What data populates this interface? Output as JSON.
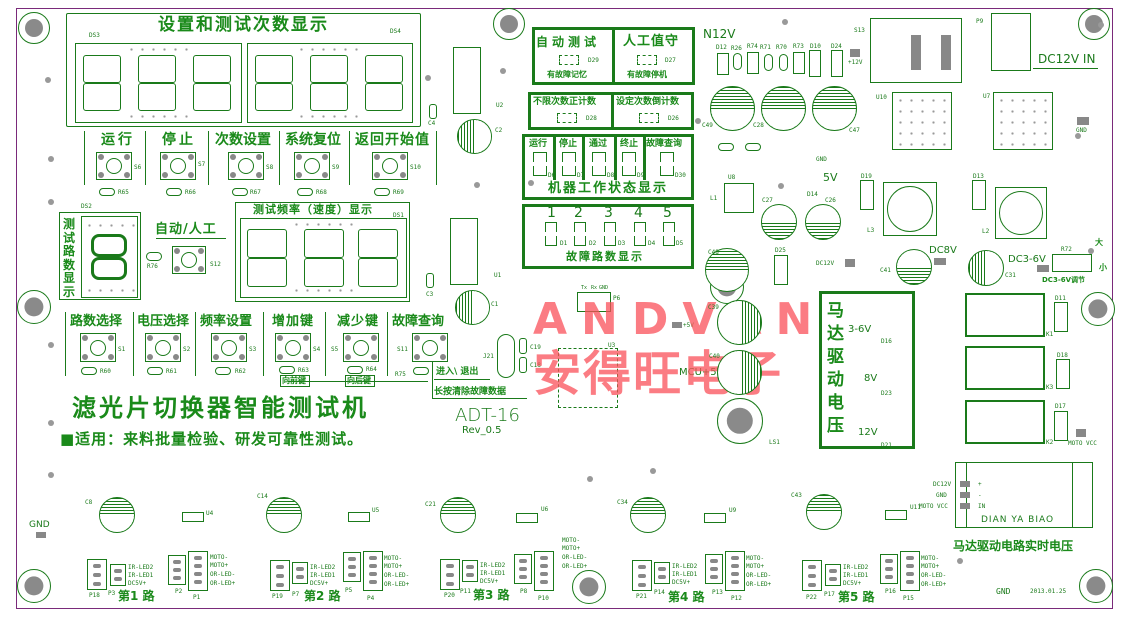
{
  "board": {
    "title": "滤光片切换器智能测试机",
    "model": "ADT-16",
    "revision": "Rev_0.5",
    "subtitle": "■适用：来料批量检验、研发可靠性测试。",
    "date": "2013.01.25",
    "border_color": "#7a2a7a",
    "silkscreen_color": "#1a7a1a"
  },
  "watermark": {
    "latin": "ANDVAN",
    "chinese": "安得旺电子",
    "color": "#fa505a"
  },
  "count_display": {
    "title": "设置和测试次数显示",
    "left_ref": "DS3",
    "right_ref": "DS4"
  },
  "top_buttons": [
    {
      "label": "运行",
      "ref": "S6",
      "res": "R65"
    },
    {
      "label": "停止",
      "ref": "S7",
      "res": "R66"
    },
    {
      "label": "次数设置",
      "ref": "S8",
      "res": "R67"
    },
    {
      "label": "系统复位",
      "ref": "S9",
      "res": "R68"
    },
    {
      "label": "返回开始值",
      "ref": "S10",
      "res": "R69"
    }
  ],
  "channel_display": {
    "ref": "DS2",
    "label": "测试路数显示"
  },
  "auto_manual": {
    "label": "自动/人工",
    "ref": "S12",
    "res": "R76"
  },
  "freq_display": {
    "title": "测试频率（速度）显示",
    "ref": "DS1"
  },
  "bottom_buttons": [
    {
      "label": "路数选择",
      "ref": "S1",
      "res": "R60"
    },
    {
      "label": "电压选择",
      "ref": "S2",
      "res": "R61"
    },
    {
      "label": "频率设置",
      "ref": "S3",
      "res": "R62"
    },
    {
      "label": "增加键",
      "ref": "S4",
      "res": "R63"
    },
    {
      "label": "减少键",
      "ref": "S5",
      "res": "R64"
    },
    {
      "label": "故障查询",
      "ref": "S11",
      "res": "R75"
    }
  ],
  "key_notes": {
    "forward": "向前键",
    "backward": "向后键",
    "enter_exit": "进入\\ 退出",
    "long_press": "长按清除故障数据"
  },
  "mode_panel": {
    "auto_test": "自动测试",
    "auto_led": "D29",
    "auto_note": "有故障记忆",
    "manual": "人工值守",
    "manual_led": "D27",
    "manual_note": "有故障停机",
    "unlimited": "不限次数正计数",
    "unlimited_led": "D28",
    "countdown": "设定次数倒计数",
    "countdown_led": "D26"
  },
  "status_panel": {
    "title": "机器工作状态显示",
    "items": [
      {
        "label": "运行",
        "led": "D6"
      },
      {
        "label": "停止",
        "led": "D7"
      },
      {
        "label": "通过",
        "led": "D8"
      },
      {
        "label": "终止",
        "led": "D9"
      },
      {
        "label": "故障查询",
        "led": "D30"
      }
    ]
  },
  "fault_panel": {
    "title": "故障路数显示",
    "items": [
      {
        "num": "1",
        "led": "D1"
      },
      {
        "num": "2",
        "led": "D2"
      },
      {
        "num": "3",
        "led": "D3"
      },
      {
        "num": "4",
        "led": "D4"
      },
      {
        "num": "5",
        "led": "D5"
      }
    ]
  },
  "motor_panel": {
    "title": "马达驱动电压",
    "voltages": [
      "3-6V",
      "8V",
      "12V"
    ],
    "refs": [
      "D16",
      "D23",
      "D21"
    ]
  },
  "voltmeter": {
    "label": "DIAN YA BIAO",
    "pins": [
      "+",
      "-",
      "IN"
    ],
    "side_labels": [
      "DC12V",
      "GND",
      "MOTO VCC"
    ],
    "caption": "马达驱动电路实时电压"
  },
  "power": {
    "dc_in": "DC12V IN",
    "n12v": "N12V",
    "plus12v": "+12V",
    "v5": "5V",
    "gnd": "GND",
    "dc8v": "DC8V",
    "dc36v": "DC3-6V",
    "dc36v_adj": "DC3-6V调节",
    "dc12v": "DC12V",
    "mcu5v": "MCU+5V",
    "plus5v": "+5V",
    "big": "大",
    "small": "小",
    "moto_vcc": "MOTO VCC"
  },
  "serial": {
    "tx": "Tx",
    "rx": "Rx",
    "gnd": "GND",
    "ref": "P6"
  },
  "channels": [
    {
      "label": "第1 路",
      "conn_a": "P18",
      "conn_b": "P3",
      "conn_c": "P2",
      "conn_d": "P1",
      "cap": "C8",
      "ic": "U4"
    },
    {
      "label": "第2 路",
      "conn_a": "P19",
      "conn_b": "P7",
      "conn_c": "P5",
      "conn_d": "P4",
      "cap": "C14",
      "ic": "U5"
    },
    {
      "label": "第3 路",
      "conn_a": "P20",
      "conn_b": "P11",
      "conn_c": "P8",
      "conn_d": "P10",
      "cap": "C21",
      "ic": "U6"
    },
    {
      "label": "第4 路",
      "conn_a": "P21",
      "conn_b": "P14",
      "conn_c": "P13",
      "conn_d": "P12",
      "cap": "C34",
      "ic": "U9"
    },
    {
      "label": "第5 路",
      "conn_a": "P22",
      "conn_b": "P17",
      "conn_c": "P16",
      "conn_d": "P15",
      "cap": "C43",
      "ic": "U11"
    }
  ],
  "sensor_pins": [
    "IR-LED2",
    "IR-LED1",
    "DC5V+"
  ],
  "motor_pins": [
    "MOTO-",
    "MOTO+",
    "OR-LED-",
    "OR-LED+"
  ],
  "misc_refs": {
    "u1": "U1",
    "u2": "U2",
    "u3": "U3",
    "u7": "U7",
    "u8": "U8",
    "u10": "U10",
    "c1": "C1",
    "c2": "C2",
    "c3": "C3",
    "c4": "C4",
    "j21": "J21",
    "c19": "C19",
    "c18": "C18",
    "s13": "S13",
    "p9": "P9",
    "l1": "L1",
    "l2": "L2",
    "l3": "L3",
    "ls1": "LS1",
    "k1": "K1",
    "k2": "K2",
    "k3": "K3",
    "c49": "C49",
    "c28": "C28",
    "c47": "C47",
    "c27": "C27",
    "c26": "C26",
    "c48": "C48",
    "c39": "C39",
    "c40": "C40",
    "c41": "C41",
    "c31": "C31",
    "d25": "D25",
    "d19": "D19",
    "d13": "D13",
    "d14": "D14",
    "d11": "D11",
    "d18": "D18",
    "d17": "D17",
    "r72": "R72",
    "gnd_left": "GND",
    "gnd_bottom": "GND"
  },
  "top_row_refs": [
    "D12",
    "R26",
    "R74",
    "R71",
    "R70",
    "R73",
    "D10",
    "D24"
  ]
}
